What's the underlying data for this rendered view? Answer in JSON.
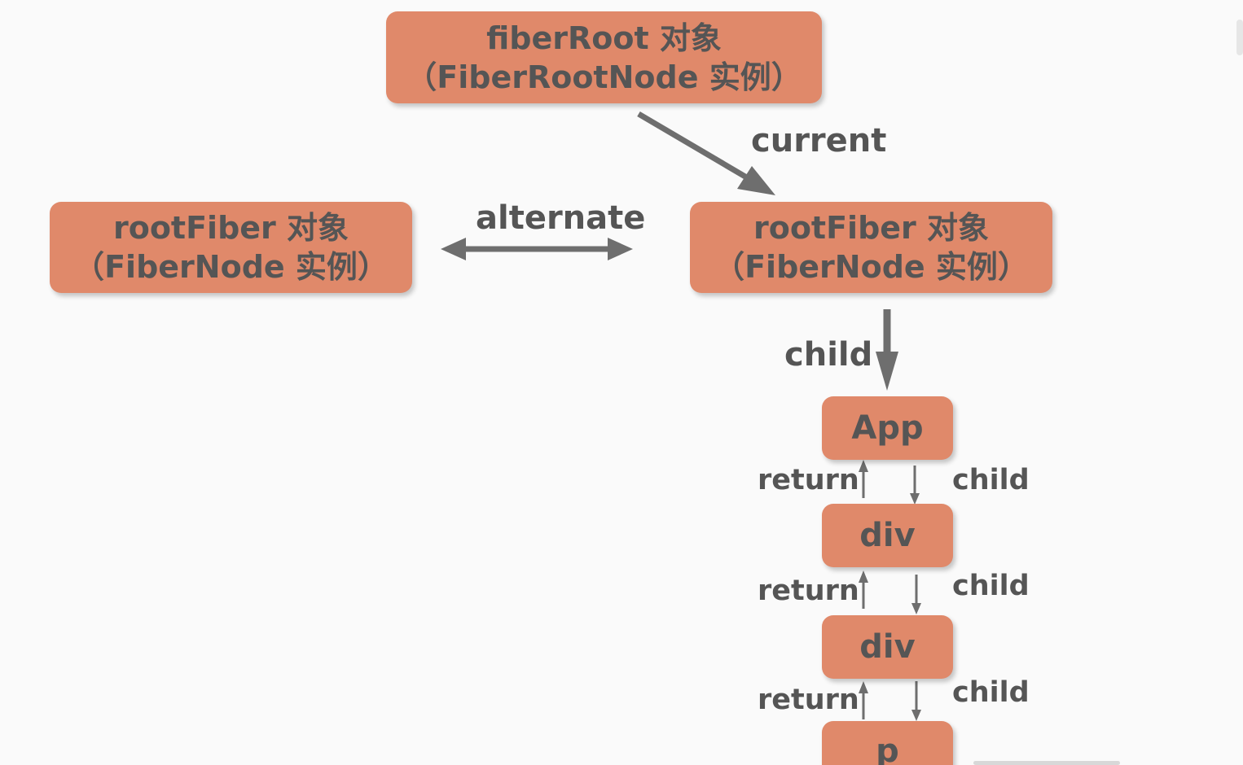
{
  "nodes": {
    "fiber_root": {
      "line1": "fiberRoot 对象",
      "line2": "（FiberRootNode 实例）"
    },
    "root_fiber_left": {
      "line1": "rootFiber 对象",
      "line2": "（FiberNode 实例）"
    },
    "root_fiber_right": {
      "line1": "rootFiber 对象",
      "line2": "（FiberNode 实例）"
    },
    "app": "App",
    "div1": "div",
    "div2": "div",
    "p": "p"
  },
  "edges": {
    "current": "current",
    "alternate": "alternate",
    "child_main": "child",
    "return_1": "return",
    "child_1": "child",
    "return_2": "return",
    "child_2": "child",
    "return_3": "return",
    "child_3": "child"
  },
  "colors": {
    "node_fill": "#e0896a",
    "text": "#555555",
    "arrow": "#6e6e6e",
    "background": "#fafafa"
  }
}
